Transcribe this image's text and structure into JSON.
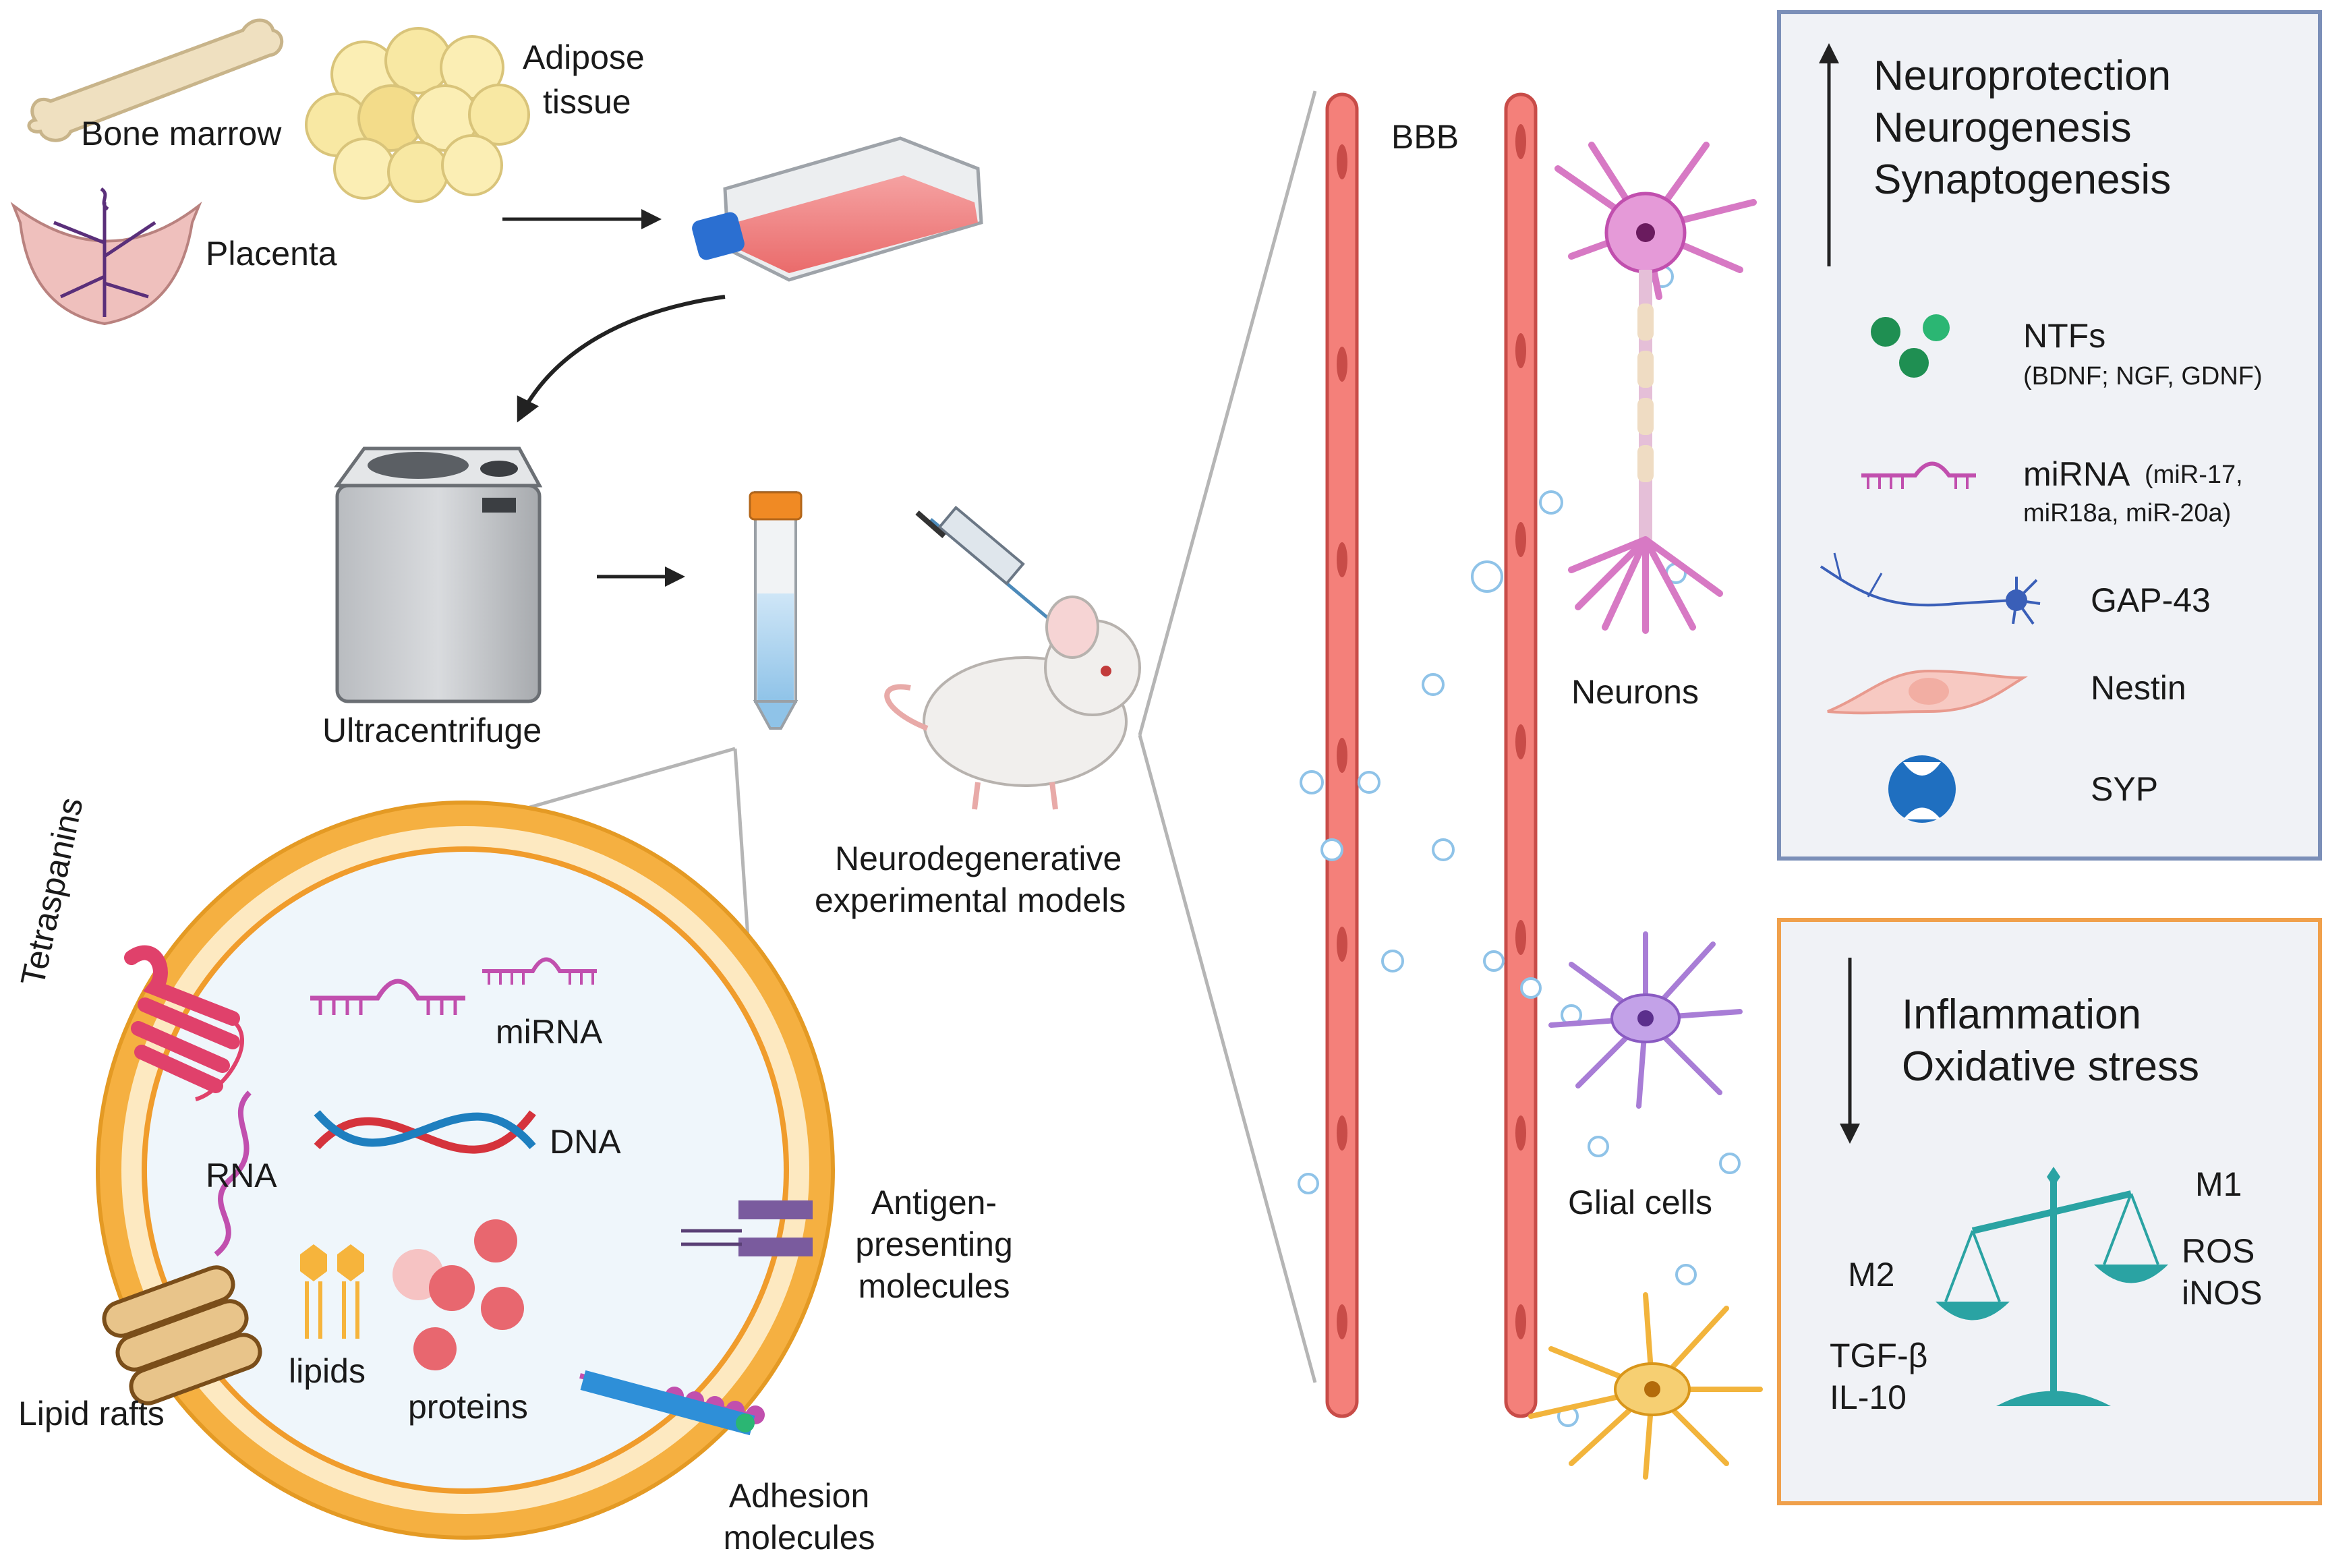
{
  "sources": {
    "bone_marrow": "Bone marrow",
    "adipose_line1": "Adipose",
    "adipose_line2": "tissue",
    "placenta": "Placenta"
  },
  "process": {
    "ultracentrifuge": "Ultracentrifuge",
    "models_line1": "Neurodegenerative",
    "models_line2": "experimental models"
  },
  "vesicle": {
    "tetraspanins": "Tetraspanins",
    "mirna": "miRNA",
    "dna": "DNA",
    "rna": "RNA",
    "lipids": "lipids",
    "proteins": "proteins",
    "lipid_rafts": "Lipid rafts",
    "antigen_line1": "Antigen-",
    "antigen_line2": "presenting",
    "antigen_line3": "molecules",
    "adhesion_line1": "Adhesion",
    "adhesion_line2": "molecules"
  },
  "barrier": {
    "bbb": "BBB",
    "neurons": "Neurons",
    "glial": "Glial cells"
  },
  "upregulated": {
    "line1": "Neuroprotection",
    "line2": "Neurogenesis",
    "line3": "Synaptogenesis",
    "ntfs": "NTFs",
    "ntfs_detail": "(BDNF; NGF, GDNF)",
    "mirna": "miRNA",
    "mirna_detail1": "(miR-17,",
    "mirna_detail2": "miR18a, miR-20a)",
    "gap43": "GAP-43",
    "nestin": "Nestin",
    "syp": "SYP",
    "box_color": "#7b8fb8"
  },
  "downregulated": {
    "line1": "Inflammation",
    "line2": "Oxidative stress",
    "m2": "M2",
    "m2_markers1": "TGF-β",
    "m2_markers2": "IL-10",
    "m1": "M1",
    "m1_markers1": "ROS",
    "m1_markers2": "iNOS",
    "box_color": "#f0a04b",
    "scale_color": "#2aa3a3"
  }
}
